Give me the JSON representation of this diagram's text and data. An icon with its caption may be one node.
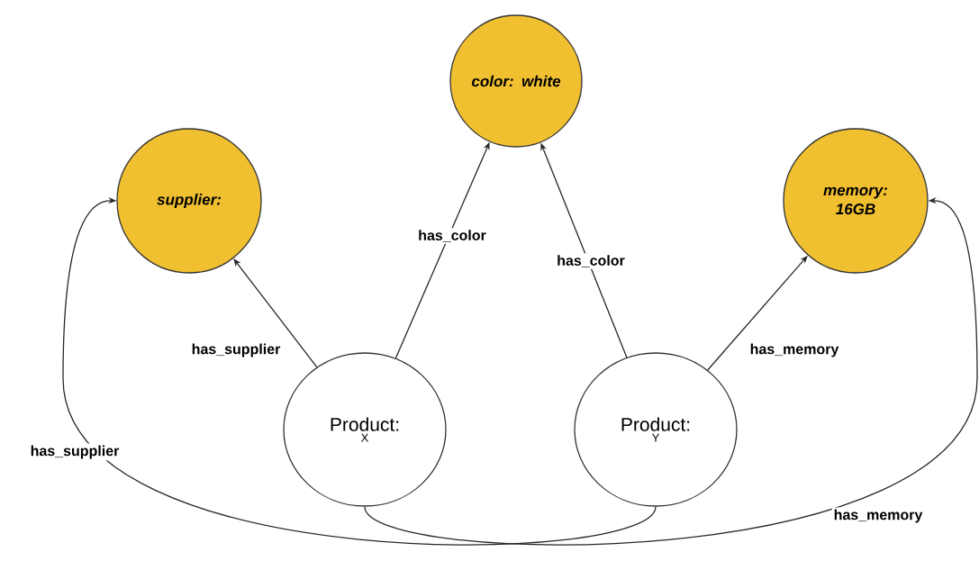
{
  "diagram": {
    "nodes": [
      {
        "text": [
          "color: white"
        ]
      },
      {
        "text": [
          "supplier:"
        ]
      },
      {
        "text": [
          "memory: 16GB"
        ]
      },
      {
        "text": [
          "Product:",
          "X"
        ]
      },
      {
        "text": [
          "Product:",
          "Y"
        ]
      }
    ],
    "edges": [
      {
        "from": 3,
        "to": 1,
        "arrow": "to",
        "label": "has_supplier"
      },
      {
        "from": 3,
        "to": 0,
        "arrow": "to",
        "label": "has_color"
      },
      {
        "from": 4,
        "to": 0,
        "arrow": "to",
        "label": "has_color"
      },
      {
        "from": 4,
        "to": 2,
        "arrow": "to",
        "label": "has_memory"
      },
      {
        "from": 4,
        "to": 1,
        "arrow": "to",
        "label": "has_supplier"
      },
      {
        "from": 3,
        "to": 2,
        "arrow": "to",
        "label": "has_memory"
      }
    ]
  }
}
